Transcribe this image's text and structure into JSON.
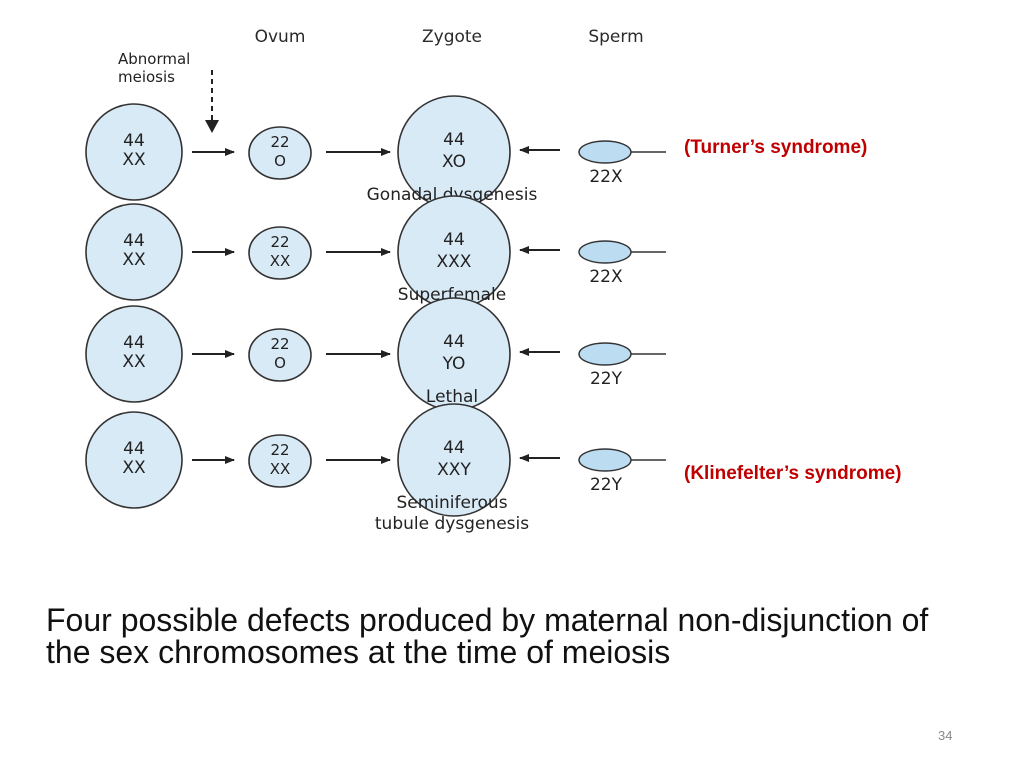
{
  "headers": {
    "ovum": "Ovum",
    "zygote": "Zygote",
    "sperm": "Sperm"
  },
  "annotation": {
    "line1": "Abnormal",
    "line2": "meiosis"
  },
  "rows": [
    {
      "parent": [
        "44",
        "XX"
      ],
      "ovum": [
        "22",
        "O"
      ],
      "zygote": [
        "44",
        "XO"
      ],
      "sperm": "22X",
      "result": [
        "Gonadal dysgenesis"
      ],
      "syndrome": "(Turner’s syndrome)"
    },
    {
      "parent": [
        "44",
        "XX"
      ],
      "ovum": [
        "22",
        "XX"
      ],
      "zygote": [
        "44",
        "XXX"
      ],
      "sperm": "22X",
      "result": [
        "Superfemale"
      ],
      "syndrome": ""
    },
    {
      "parent": [
        "44",
        "XX"
      ],
      "ovum": [
        "22",
        "O"
      ],
      "zygote": [
        "44",
        "YO"
      ],
      "sperm": "22Y",
      "result": [
        "Lethal"
      ],
      "syndrome": ""
    },
    {
      "parent": [
        "44",
        "XX"
      ],
      "ovum": [
        "22",
        "XX"
      ],
      "zygote": [
        "44",
        "XXY"
      ],
      "sperm": "22Y",
      "result": [
        "Seminiferous",
        "tubule dysgenesis"
      ],
      "syndrome": "(Klinefelter’s syndrome)"
    }
  ],
  "colors": {
    "cell_fill": "#d9eaf7",
    "sperm_fill": "#bcdcf2",
    "syndrome_text": "#c00000"
  },
  "caption": "Four possible defects produced by maternal non-disjunction of the sex chromosomes at the time of meiosis",
  "page_number": "34"
}
